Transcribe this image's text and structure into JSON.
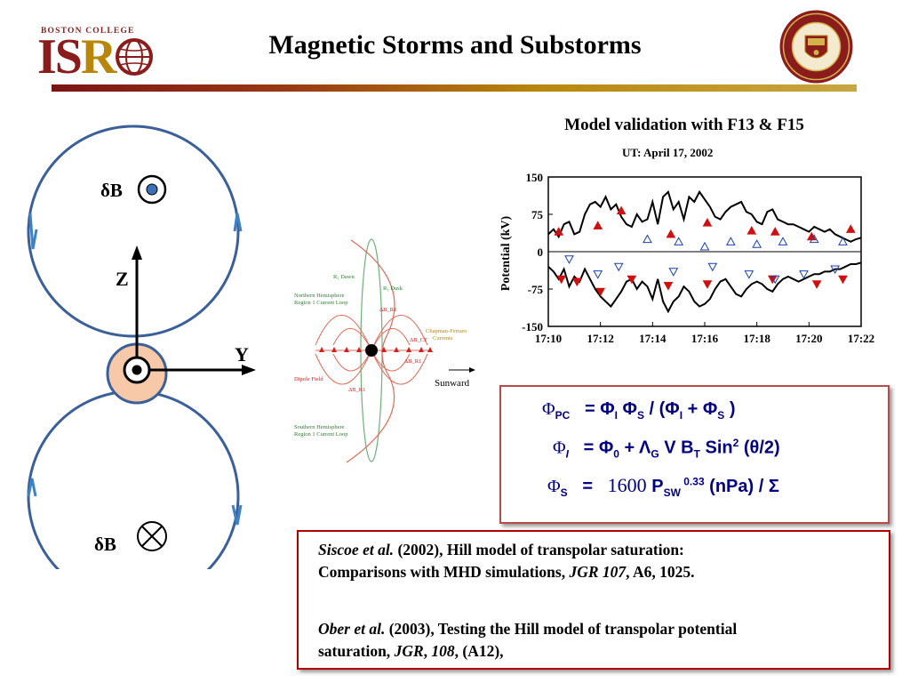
{
  "header": {
    "logo_small_text": "BOSTON COLLEGE",
    "logo_text_1": "IS",
    "logo_text_2": "R",
    "title": "Magnetic Storms and Substorms"
  },
  "colors": {
    "accent_dark_red": "#8a1c1c",
    "accent_gold": "#b8860b",
    "equation_navy": "#000080",
    "box_border": "#b84a4a"
  },
  "left_diagram": {
    "delta_b_top": "δB",
    "delta_b_bottom": "δB",
    "axis_z": "Z",
    "axis_y": "Y"
  },
  "mid_diagram": {
    "labels": {
      "r1_dawn": "R₁ Dawn",
      "r1_dusk": "R₁ Dusk",
      "north_loop_1": "Northern Hemisphere",
      "north_loop_2": "Region 1 Current Loop",
      "south_loop_1": "Southern Hemisphere",
      "south_loop_2": "Region 1 Current Loop",
      "dipole": "Dipole Field",
      "cf_1": "Chapman-Ferraro",
      "cf_2": "Currents",
      "sunward": "Sunward",
      "db_r1_top": "ΔB_R1",
      "db_r1_bottom": "ΔB_R1",
      "db_r1_right": "ΔB_R1",
      "db_cf": "ΔB_CF"
    }
  },
  "chart": {
    "title": "Model validation with F13  & F15",
    "subtitle": "UT:  April 17, 2002"
  },
  "chart_data": {
    "type": "line",
    "ylabel": "Potential (kV)",
    "xlabel": "",
    "x_ticks": [
      "17:10",
      "17:12",
      "17:14",
      "17:16",
      "17:18",
      "17:20",
      "17:22"
    ],
    "y_ticks": [
      "150",
      "75",
      "0",
      "-75",
      "-150"
    ],
    "ylim": [
      -150,
      150
    ],
    "xlim_minutes": [
      0,
      12
    ],
    "series": [
      {
        "x": [
          0,
          0.2,
          0.4,
          0.6,
          0.8,
          1.0,
          1.2,
          1.4,
          1.6,
          1.8,
          2.0,
          2.2,
          2.4,
          2.6,
          2.8,
          3.0,
          3.2,
          3.4,
          3.6,
          3.8,
          4.0,
          4.2,
          4.4,
          4.6,
          4.8,
          5.0,
          5.2,
          5.4,
          5.6,
          5.8,
          6.0,
          6.2,
          6.4,
          6.6,
          6.8,
          7.0,
          7.2,
          7.4,
          7.6,
          7.8,
          8.0,
          8.2,
          8.4,
          8.6,
          8.8,
          9.0,
          9.2,
          9.4,
          9.6,
          9.8,
          10.0,
          10.2,
          10.4,
          10.6,
          10.8,
          11.0,
          11.2,
          11.4,
          11.6,
          11.8,
          12.0
        ],
        "values": [
          35,
          45,
          30,
          55,
          60,
          35,
          40,
          75,
          95,
          100,
          90,
          110,
          85,
          95,
          70,
          55,
          50,
          75,
          60,
          65,
          100,
          55,
          110,
          120,
          85,
          100,
          65,
          110,
          100,
          120,
          105,
          90,
          70,
          65,
          80,
          90,
          95,
          100,
          80,
          75,
          60,
          55,
          80,
          85,
          65,
          60,
          55,
          55,
          50,
          45,
          40,
          50,
          45,
          40,
          45,
          35,
          30,
          25,
          20,
          25,
          28
        ]
      },
      {
        "x": [
          0,
          0.2,
          0.4,
          0.6,
          0.8,
          1.0,
          1.2,
          1.4,
          1.6,
          1.8,
          2.0,
          2.2,
          2.4,
          2.6,
          2.8,
          3.0,
          3.2,
          3.4,
          3.6,
          3.8,
          4.0,
          4.2,
          4.4,
          4.6,
          4.8,
          5.0,
          5.2,
          5.4,
          5.6,
          5.8,
          6.0,
          6.2,
          6.4,
          6.6,
          6.8,
          7.0,
          7.2,
          7.4,
          7.6,
          7.8,
          8.0,
          8.2,
          8.4,
          8.6,
          8.8,
          9.0,
          9.2,
          9.4,
          9.6,
          9.8,
          10.0,
          10.2,
          10.4,
          10.6,
          10.8,
          11.0,
          11.2,
          11.4,
          11.6,
          11.8,
          12.0
        ],
        "values": [
          -30,
          -40,
          -55,
          -35,
          -70,
          -50,
          -60,
          -35,
          -55,
          -75,
          -90,
          -100,
          -110,
          -95,
          -80,
          -60,
          -55,
          -75,
          -60,
          -70,
          -95,
          -55,
          -100,
          -120,
          -100,
          -90,
          -70,
          -80,
          -100,
          -110,
          -105,
          -95,
          -75,
          -60,
          -55,
          -70,
          -85,
          -90,
          -75,
          -65,
          -60,
          -65,
          -75,
          -80,
          -65,
          -55,
          -50,
          -55,
          -60,
          -55,
          -50,
          -45,
          -45,
          -40,
          -40,
          -35,
          -35,
          -30,
          -25,
          -25,
          -22
        ]
      }
    ],
    "markers": {
      "red_triangles_up": {
        "x": [
          0.4,
          1.9,
          2.8,
          4.7,
          6.1,
          7.8,
          8.7,
          10.1,
          11.6
        ],
        "y": [
          40,
          52,
          82,
          35,
          58,
          42,
          40,
          30,
          45
        ]
      },
      "red_triangles_down": {
        "x": [
          0.5,
          1.1,
          2.0,
          3.2,
          4.6,
          6.1,
          8.6,
          10.3,
          11.3
        ],
        "y": [
          -55,
          -60,
          -80,
          -55,
          -68,
          -65,
          -55,
          -65,
          -55
        ]
      },
      "blue_triangles_up": {
        "x": [
          3.8,
          5.0,
          6.0,
          7.0,
          8.0,
          9.0,
          10.2,
          11.3
        ],
        "y": [
          25,
          20,
          10,
          20,
          15,
          20,
          25,
          20
        ]
      },
      "blue_triangles_down": {
        "x": [
          0.8,
          1.9,
          2.7,
          4.8,
          6.3,
          7.7,
          8.7,
          9.8,
          11.0
        ],
        "y": [
          -15,
          -45,
          -30,
          -40,
          -30,
          -45,
          -55,
          -45,
          -35
        ]
      }
    }
  },
  "equations": {
    "eq1": {
      "lhs": "Φ",
      "lhs_sub": "PC",
      "rhs": "=   Φ",
      "rhs_i": "I",
      "mid": " Φ",
      "mid_s": "S",
      "tail": " / (Φ",
      "tail_i": "I",
      "tail2": " + Φ",
      "tail_s": "S",
      "end": " )"
    },
    "eq2": {
      "lhs": "Φ",
      "lhs_sub": "I",
      "rhs": "=   Φ",
      "rhs_0": "0",
      "plus": "  + Λ",
      "g": "G",
      "v": " V B",
      "t": "T",
      "sin": " Sin",
      "two": "2",
      "theta": " (θ/2)"
    },
    "eq3": {
      "lhs": "Φ",
      "lhs_sub": "S",
      "eq": "=",
      "num": "1600",
      "p": " P",
      "sw": "SW",
      "exp": " 0.33",
      "unit": " (nPa)",
      "div": " / Σ"
    }
  },
  "references": {
    "ref1": {
      "authors": "Siscoe et al.",
      "rest1": " (2002), Hill model of transpolar saturation:",
      "line2a": "Comparisons with MHD simulations, ",
      "journal": "JGR 107",
      "line2b": ", A6, 1025."
    },
    "ref2": {
      "authors": "Ober et al.",
      "rest1": " (2003), Testing the Hill model of transpolar potential",
      "line2a": "saturation, ",
      "journal": "JGR",
      "sep": ", ",
      "vol": "108",
      "line2b": ", (A12),"
    }
  }
}
